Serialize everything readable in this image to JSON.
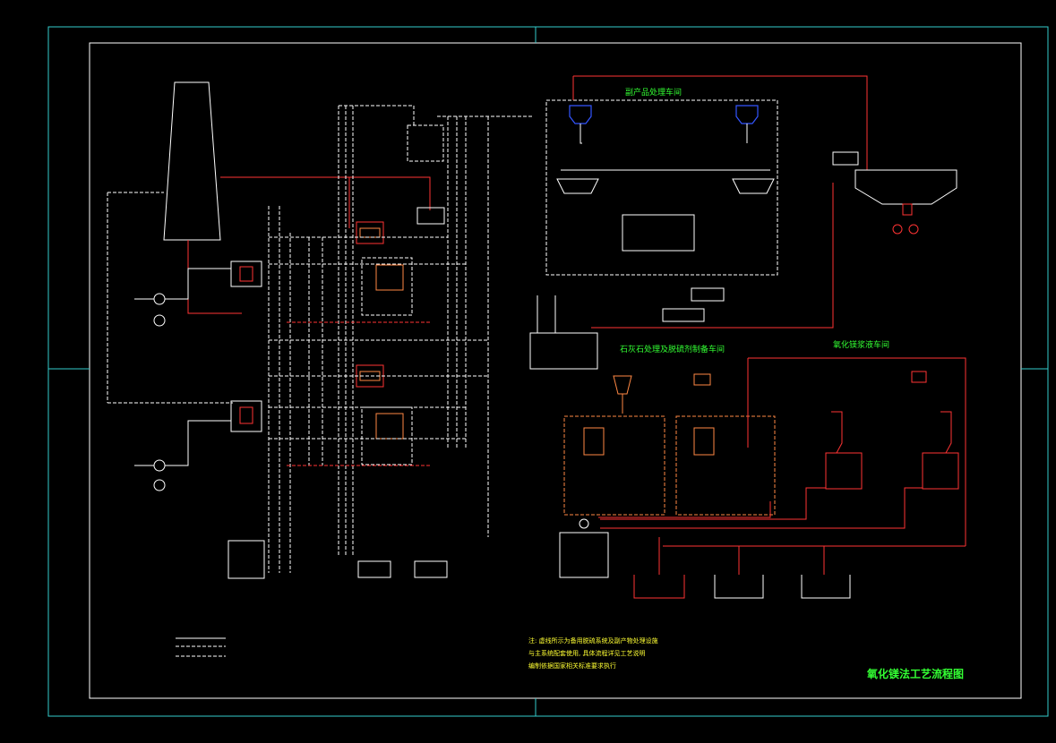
{
  "drawing": {
    "title": "氧化镁法工艺流程图",
    "sections": {
      "byproduct": "副产品处理车间",
      "limestone": "石灰石处理及脱硫剂制备车间",
      "mgo_prep": "氧化镁浆液车间"
    },
    "notes": [
      "注: 虚线所示为备用脱硫系统及副产物处理设施",
      "与主系统配套使用, 具体流程详见工艺说明",
      "编制依据国家相关标准要求执行"
    ],
    "colors": {
      "frame_outer": "#33cccc",
      "frame_inner": "#ffffff",
      "flue_gas": "#ff3333",
      "slurry": "#ff8844",
      "process": "#ffffff",
      "pump": "#3355ff",
      "label": "#33ff33"
    },
    "icons": [
      "chimney-icon",
      "pump-icon",
      "tank-icon",
      "thickener-icon",
      "cyclone-icon",
      "absorber-icon"
    ]
  }
}
